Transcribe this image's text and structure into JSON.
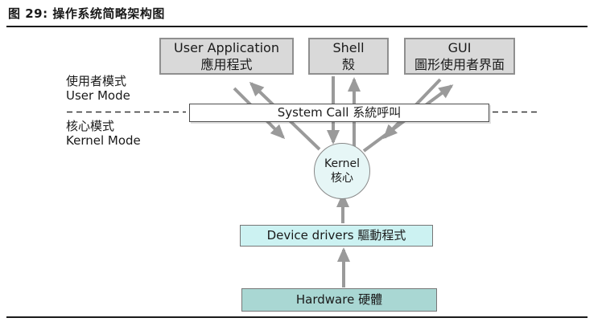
{
  "title": "图 29: 操作系统简略架构图",
  "nodes": {
    "user_application": {
      "en": "User Application",
      "zh": "應用程式"
    },
    "shell": {
      "en": "Shell",
      "zh": "殼"
    },
    "gui": {
      "en": "GUI",
      "zh": "圖形使用者界面"
    },
    "system_call": {
      "label": "System Call 系統呼叫"
    },
    "kernel": {
      "en": "Kernel",
      "zh": "核心"
    },
    "device_drivers": {
      "label": "Device drivers 驅動程式"
    },
    "hardware": {
      "label": "Hardware 硬體"
    }
  },
  "mode_labels": {
    "user_mode": {
      "zh": "使用者模式",
      "en": "User Mode"
    },
    "kernel_mode": {
      "zh": "核心模式",
      "en": "Kernel Mode"
    }
  },
  "colors": {
    "rule": "#1a1a1a",
    "app_fill": "#d9d9d9",
    "app_border": "#8f8f8f",
    "syscall_fill": "#ffffff",
    "syscall_border": "#4d4d4d",
    "kernel_fill": "#e6f6f6",
    "kernel_border": "#888888",
    "drivers_fill": "#ccf2f2",
    "drivers_border": "#777777",
    "hardware_fill": "#a9d7d3",
    "hardware_border": "#777777",
    "arrow": "#9a9a9a",
    "dash": "#333333"
  }
}
